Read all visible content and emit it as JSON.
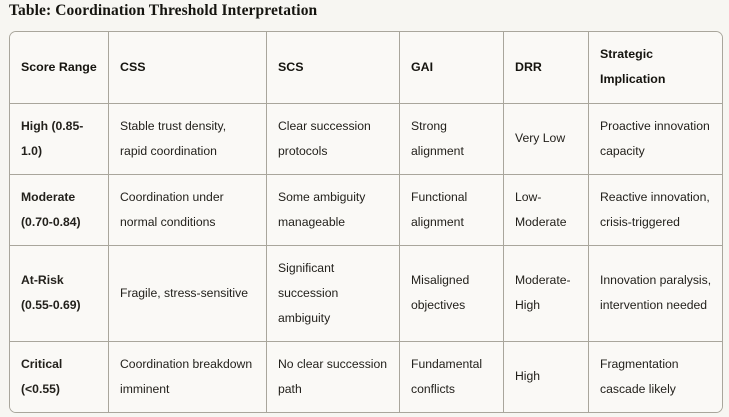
{
  "title": "Table: Coordination Threshold Interpretation",
  "table": {
    "columns": [
      "Score Range",
      "CSS",
      "SCS",
      "GAI",
      "DRR",
      "Strategic Implication"
    ],
    "rows": [
      {
        "score_range": "High (0.85-1.0)",
        "css": "Stable trust density, rapid coordination",
        "scs": "Clear succession protocols",
        "gai": "Strong alignment",
        "drr": "Very Low",
        "strategic_implication": "Proactive innovation capacity"
      },
      {
        "score_range": "Moderate (0.70-0.84)",
        "css": "Coordination under normal conditions",
        "scs": "Some ambiguity manageable",
        "gai": "Functional alignment",
        "drr": "Low-Moderate",
        "strategic_implication": "Reactive innovation, crisis-triggered"
      },
      {
        "score_range": "At-Risk (0.55-0.69)",
        "css": "Fragile, stress-sensitive",
        "scs": "Significant succession ambiguity",
        "gai": "Misaligned objectives",
        "drr": "Moderate-High",
        "strategic_implication": "Innovation paralysis, intervention needed"
      },
      {
        "score_range": "Critical (<0.55)",
        "css": "Coordination breakdown imminent",
        "scs": "No clear succession path",
        "gai": "Fundamental conflicts",
        "drr": "High",
        "strategic_implication": "Fragmentation cascade likely"
      }
    ]
  },
  "colors": {
    "page_background": "#f7f6f2",
    "table_background": "#faf9f6",
    "border": "#a9a69c",
    "text": "#23211c",
    "heading_text": "#15140f"
  }
}
